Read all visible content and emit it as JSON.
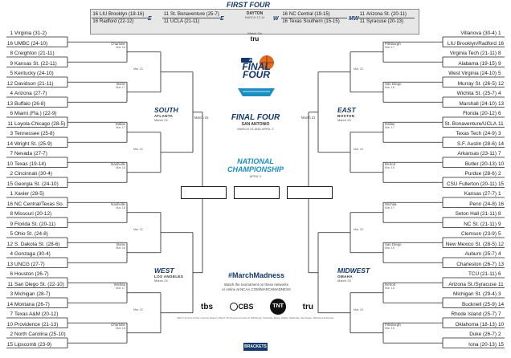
{
  "first_four": {
    "title": "FIRST FOUR",
    "site": "DAYTON",
    "dates": "MARCH 13-14",
    "watch_on": "Watch On",
    "network": "tru",
    "games": [
      {
        "region": "E",
        "teams": [
          {
            "seed": "16",
            "name": "LIU Brooklyn (18-16)"
          },
          {
            "seed": "16",
            "name": "Radford (22-12)"
          }
        ]
      },
      {
        "region": "E",
        "teams": [
          {
            "seed": "11",
            "name": "St. Bonaventure (25-7)"
          },
          {
            "seed": "11",
            "name": "UCLA (21-11)"
          }
        ]
      },
      {
        "region": "W",
        "teams": [
          {
            "seed": "16",
            "name": "NC Central (19-15)"
          },
          {
            "seed": "16",
            "name": "Texas Southern (15-15)"
          }
        ]
      },
      {
        "region": "MW",
        "teams": [
          {
            "seed": "11",
            "name": "Arizona St. (20-11)"
          },
          {
            "seed": "11",
            "name": "Syracuse (20-13)"
          }
        ]
      }
    ]
  },
  "center": {
    "final_four": "FINAL FOUR",
    "final_four_site": "SAN ANTONIO",
    "final_four_dates": "MARCH 31 AND APRIL 2",
    "championship": "NATIONAL CHAMPIONSHIP",
    "championship_date": "APRIL 2",
    "ff_date_left": "March 31",
    "ff_date_right": "March 31",
    "hashtag": "#MarchMadness",
    "watch_line1": "Watch the tournament on these networks",
    "watch_line2": "or online at NCAA.COM/MARCHMADNESS",
    "networks": [
      "tbs",
      "CBS",
      "TNT",
      "tru"
    ],
    "logo_text": "FINAL FOUR",
    "logo_year": "2018"
  },
  "regions": {
    "south": {
      "name": "SOUTH",
      "city": "ATLANTA",
      "date": "March 24"
    },
    "west": {
      "name": "WEST",
      "city": "LOS ANGELES",
      "date": "March 24"
    },
    "east": {
      "name": "EAST",
      "city": "BOSTON",
      "date": "March 25"
    },
    "midwest": {
      "name": "MIDWEST",
      "city": "OMAHA",
      "date": "March 25"
    }
  },
  "left_teams": [
    {
      "seed": "1",
      "name": "Virginia (31-2)"
    },
    {
      "seed": "16",
      "name": "UMBC (24-10)"
    },
    {
      "seed": "8",
      "name": "Creighton (21-11)"
    },
    {
      "seed": "9",
      "name": "Kansas St. (22-11)"
    },
    {
      "seed": "5",
      "name": "Kentucky (24-10)"
    },
    {
      "seed": "12",
      "name": "Davidson (21-11)"
    },
    {
      "seed": "4",
      "name": "Arizona (27-7)"
    },
    {
      "seed": "13",
      "name": "Buffalo (26-8)"
    },
    {
      "seed": "6",
      "name": "Miami (Fla.) (22-9)"
    },
    {
      "seed": "11",
      "name": "Loyola-Chicago (28-5)"
    },
    {
      "seed": "3",
      "name": "Tennessee (25-8)"
    },
    {
      "seed": "14",
      "name": "Wright St. (25-9)"
    },
    {
      "seed": "7",
      "name": "Nevada (27-7)"
    },
    {
      "seed": "10",
      "name": "Texas (19-14)"
    },
    {
      "seed": "2",
      "name": "Cincinnati (30-4)"
    },
    {
      "seed": "15",
      "name": "Georgia St. (24-10)"
    },
    {
      "seed": "1",
      "name": "Xavier (28-5)"
    },
    {
      "seed": "16",
      "name": "NC Central/Texas So."
    },
    {
      "seed": "8",
      "name": "Missouri (20-12)"
    },
    {
      "seed": "9",
      "name": "Florida St. (20-11)"
    },
    {
      "seed": "5",
      "name": "Ohio St. (24-8)"
    },
    {
      "seed": "12",
      "name": "S. Dakota St. (28-6)"
    },
    {
      "seed": "4",
      "name": "Gonzaga (30-4)"
    },
    {
      "seed": "13",
      "name": "UNCG (27-7)"
    },
    {
      "seed": "6",
      "name": "Houston (26-7)"
    },
    {
      "seed": "11",
      "name": "San Diego St. (22-10)"
    },
    {
      "seed": "3",
      "name": "Michigan (28-7)"
    },
    {
      "seed": "14",
      "name": "Montana (26-7)"
    },
    {
      "seed": "7",
      "name": "Texas A&M (20-12)"
    },
    {
      "seed": "10",
      "name": "Providence (21-13)"
    },
    {
      "seed": "2",
      "name": "North Carolina (25-10)"
    },
    {
      "seed": "15",
      "name": "Lipscomb (23-9)"
    }
  ],
  "right_teams": [
    {
      "seed": "1",
      "name": "Villanova (30-4)"
    },
    {
      "seed": "16",
      "name": "LIU Brooklyn/Radford"
    },
    {
      "seed": "8",
      "name": "Virginia Tech (21-11)"
    },
    {
      "seed": "9",
      "name": "Alabama (19-15)"
    },
    {
      "seed": "5",
      "name": "West Virginia (24-10)"
    },
    {
      "seed": "12",
      "name": "Murray St. (26-5)"
    },
    {
      "seed": "4",
      "name": "Wichita St. (25-7)"
    },
    {
      "seed": "13",
      "name": "Marshall (24-10)"
    },
    {
      "seed": "6",
      "name": "Florida (20-12)"
    },
    {
      "seed": "11",
      "name": "St. Bonaventure/UCLA"
    },
    {
      "seed": "3",
      "name": "Texas Tech (24-9)"
    },
    {
      "seed": "14",
      "name": "S.F. Austin (28-6)"
    },
    {
      "seed": "7",
      "name": "Arkansas (23-11)"
    },
    {
      "seed": "10",
      "name": "Butler (20-13)"
    },
    {
      "seed": "2",
      "name": "Purdue (28-6)"
    },
    {
      "seed": "15",
      "name": "CSU Fullerton (20-11)"
    },
    {
      "seed": "1",
      "name": "Kansas (27-7)"
    },
    {
      "seed": "16",
      "name": "Penn (24-8)"
    },
    {
      "seed": "8",
      "name": "Seton Hall (21-11)"
    },
    {
      "seed": "9",
      "name": "NC St. (21-11)"
    },
    {
      "seed": "5",
      "name": "Clemson (23-9)"
    },
    {
      "seed": "12",
      "name": "New Mexico St. (28-5)"
    },
    {
      "seed": "4",
      "name": "Auburn (25-7)"
    },
    {
      "seed": "13",
      "name": "Charleston (26-7)"
    },
    {
      "seed": "6",
      "name": "TCU (21-11)"
    },
    {
      "seed": "11",
      "name": "Arizona St./Syracuse"
    },
    {
      "seed": "3",
      "name": "Michigan St. (29-4)"
    },
    {
      "seed": "14",
      "name": "Bucknell (25-9)"
    },
    {
      "seed": "7",
      "name": "Rhode Island (25-7)"
    },
    {
      "seed": "10",
      "name": "Oklahoma (18-13)"
    },
    {
      "seed": "2",
      "name": "Duke (26-7)"
    },
    {
      "seed": "15",
      "name": "Iona (20-13)"
    }
  ],
  "left_sites": [
    {
      "city": "Charlotte",
      "date": "Mar 16"
    },
    {
      "city": "Boise",
      "date": "Mar 17"
    },
    {
      "city": "Dallas",
      "date": "Mar 17"
    },
    {
      "city": "Nashville",
      "date": "Mar 16"
    },
    {
      "city": "Nashville",
      "date": "Mar 18"
    },
    {
      "city": "Boise",
      "date": "Mar 16"
    },
    {
      "city": "Wichita",
      "date": "Mar 17"
    },
    {
      "city": "Charlotte",
      "date": "Mar 18"
    }
  ],
  "right_sites": [
    {
      "city": "Pittsburgh",
      "date": "Mar 17"
    },
    {
      "city": "San Diego",
      "date": "Mar 18"
    },
    {
      "city": "Dallas",
      "date": "Mar 17"
    },
    {
      "city": "Detroit",
      "date": "Mar 18"
    },
    {
      "city": "Wichita",
      "date": "Mar 17"
    },
    {
      "city": "San Diego",
      "date": "Mar 16"
    },
    {
      "city": "Detroit",
      "date": "Mar 16"
    },
    {
      "city": "Pittsburgh",
      "date": "Mar 18"
    }
  ],
  "round_dates": {
    "left_r2": [
      "Mar 18",
      "Mar 16",
      "Mar 17",
      "Mar 16",
      "Mar 17",
      "Mar 16",
      "Mar 17",
      "Mar 18"
    ],
    "right_r2": [
      "Mar 17",
      "Mar 16",
      "Mar 18",
      "Mar 16",
      "Mar 17",
      "Mar 16",
      "Mar 18",
      "Mar 17"
    ],
    "left_s16": [
      "Mar 22",
      "Mar 22",
      "Mar 22",
      "Mar 22"
    ],
    "right_s16": [
      "Mar 23",
      "Mar 23",
      "Mar 23",
      "Mar 23"
    ],
    "left_e8": [
      "March 24",
      "March 24"
    ],
    "right_e8": [
      "March 25",
      "March 25"
    ]
  },
  "footer": {
    "legal": "March 13 and 14 first round in Dayton; March 15-16 second round in Pittsburgh, Charlotte, Boise, Dallas, Nashville, San Diego, Wichita and Detroit.",
    "brand": "BRACKETS"
  }
}
